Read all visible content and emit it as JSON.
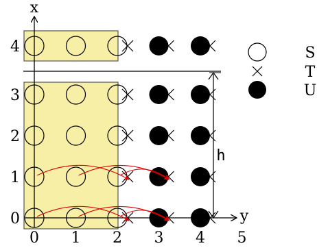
{
  "axes": {
    "x_label": "x",
    "y_label": "y",
    "row_labels": [
      "0",
      "1",
      "2",
      "3",
      "4"
    ],
    "col_labels": [
      "0",
      "1",
      "2",
      "3",
      "4",
      "5"
    ]
  },
  "dimension": {
    "label": "h"
  },
  "legend": {
    "items": [
      {
        "symbol": "open-circle",
        "label": "S"
      },
      {
        "symbol": "cross",
        "label": "T"
      },
      {
        "symbol": "filled-circle",
        "label": "U"
      }
    ]
  },
  "grid": {
    "open_circle_cols": [
      0,
      1,
      2
    ],
    "cross_cols": [
      2,
      3,
      4
    ],
    "filled_circle_cols": [
      3,
      4
    ],
    "rows": [
      0,
      1,
      2,
      3,
      4
    ]
  },
  "arrows": {
    "rows": [
      0,
      1
    ],
    "from_cols": [
      0,
      1,
      2
    ],
    "to_cols": [
      2,
      3,
      3
    ]
  },
  "colors": {
    "highlight_fill": "#f7efa6",
    "highlight_stroke": "#555555",
    "arrow": "#e00000",
    "ink": "#000000"
  }
}
